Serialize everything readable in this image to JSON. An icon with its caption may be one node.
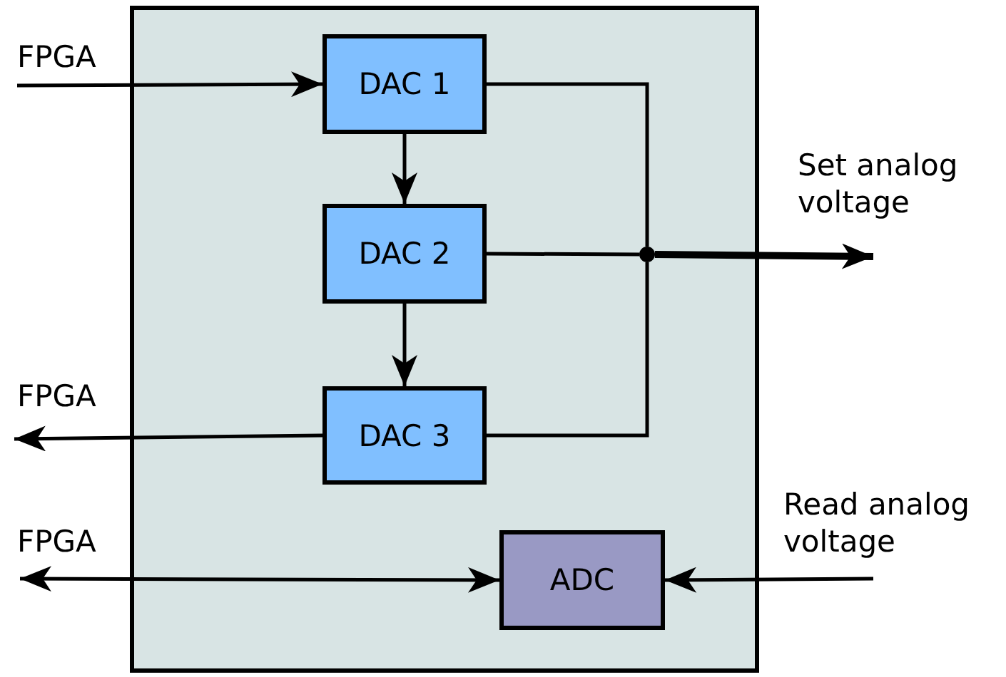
{
  "diagram": {
    "nodes": [
      {
        "text": [],
        "shape": "box"
      },
      {
        "text": [
          "DAC 1"
        ],
        "in": 0
      },
      {
        "text": [
          "DAC 2"
        ],
        "in": 0
      },
      {
        "text": [
          "DAC 3"
        ],
        "in": 0
      },
      {
        "text": [
          "ADC"
        ],
        "in": 0
      },
      {
        "text": [],
        "shape": "circle",
        "in": 0
      }
    ],
    "edges": [
      {
        "from": null,
        "to": 1,
        "arrow": "to"
      },
      {
        "from": 1,
        "to": 2,
        "arrow": "to"
      },
      {
        "from": 2,
        "to": 3,
        "arrow": "to"
      },
      {
        "from": 3,
        "to": null,
        "arrow": "to"
      },
      {
        "from": 1,
        "to": 5,
        "arrow": "none"
      },
      {
        "from": 2,
        "to": 5,
        "arrow": "none"
      },
      {
        "from": 3,
        "to": 5,
        "arrow": "none"
      },
      {
        "from": 5,
        "to": null,
        "arrow": "to",
        "style": "thick"
      },
      {
        "from": null,
        "to": 4,
        "arrow": "both"
      },
      {
        "from": null,
        "to": 4,
        "arrow": "to"
      }
    ],
    "labels": [
      "FPGA",
      "Set analog voltage",
      "FPGA",
      "Read analog voltage",
      "FPGA"
    ]
  }
}
